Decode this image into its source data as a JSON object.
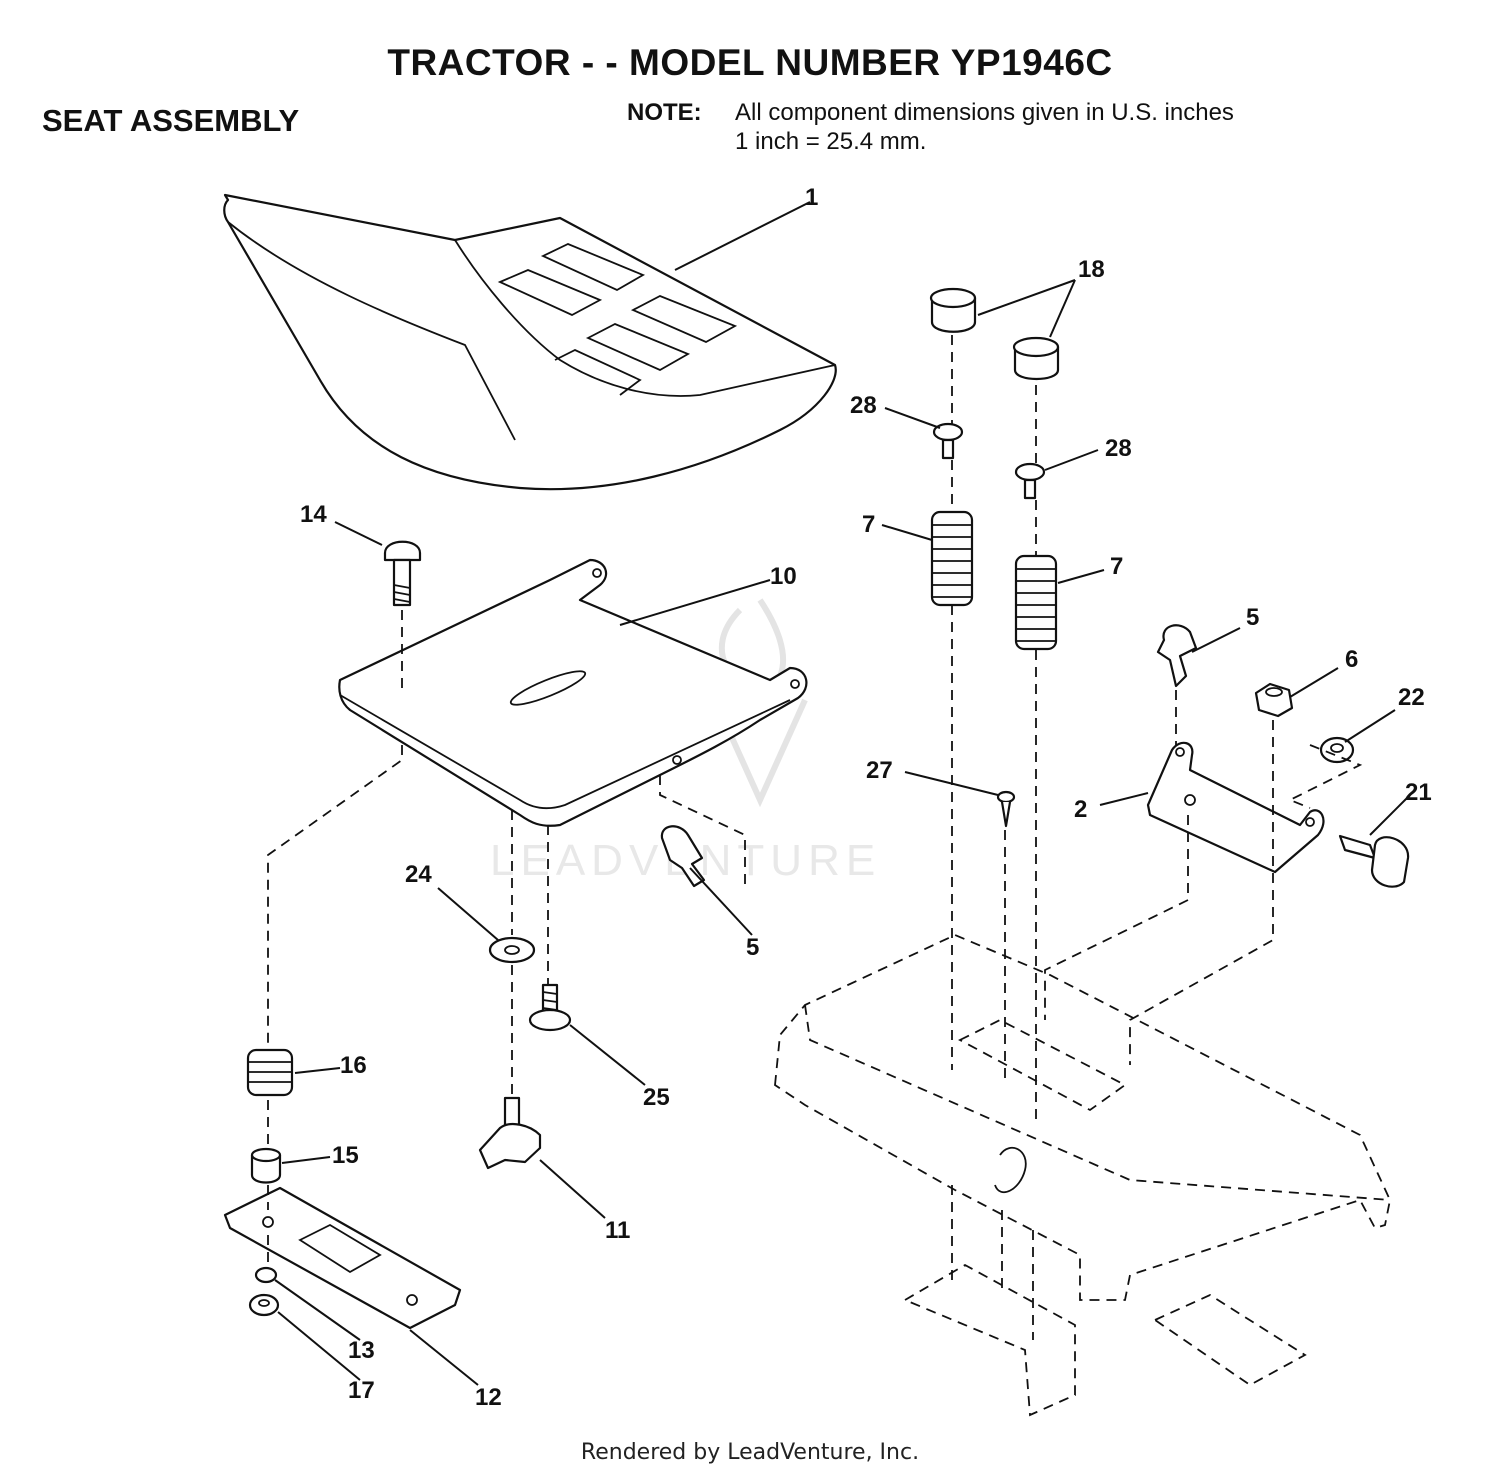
{
  "header": {
    "title": "TRACTOR - - MODEL NUMBER YP1946C",
    "section": "SEAT ASSEMBLY",
    "note_label": "NOTE:",
    "note_line1": "All component dimensions given in U.S. inches",
    "note_line2": "1 inch = 25.4 mm."
  },
  "callouts": {
    "c1": "1",
    "c18": "18",
    "c28a": "28",
    "c28b": "28",
    "c7a": "7",
    "c7b": "7",
    "c14": "14",
    "c10": "10",
    "c5a": "5",
    "c5b": "5",
    "c6": "6",
    "c22": "22",
    "c27": "27",
    "c2": "2",
    "c21": "21",
    "c24": "24",
    "c16": "16",
    "c25": "25",
    "c15": "15",
    "c11": "11",
    "c13": "13",
    "c17": "17",
    "c12": "12"
  },
  "watermark": "LEADVENTURE",
  "footer": "Rendered by LeadVenture, Inc."
}
